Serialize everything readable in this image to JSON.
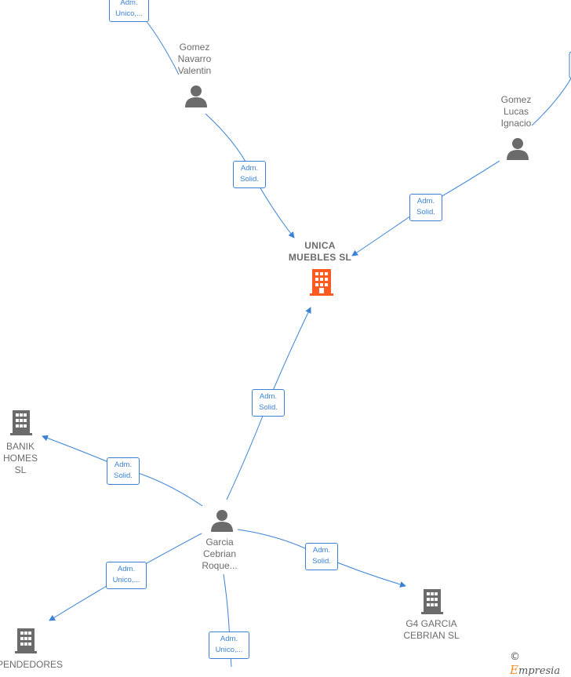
{
  "nodes": {
    "unica": {
      "label": "UNICA\nMUEBLES SL",
      "color": "#ff5a1f"
    },
    "gomez_navarro": {
      "label": "Gomez\nNavarro\nValentin"
    },
    "gomez_lucas": {
      "label": "Gomez\nLucas\nIgnacio"
    },
    "garcia_cebrian": {
      "label": "Garcia\nCebrian\nRoque..."
    },
    "banik": {
      "label": "BANIK\nHOMES SL"
    },
    "g4": {
      "label": "G4 GARCIA\nCEBRIAN SL"
    },
    "pendedores": {
      "label": "PENDEDORES"
    }
  },
  "edges": {
    "top": "Adm.\nUnico,...",
    "navarro_unica": "Adm.\nSolid.",
    "lucas_unica": "Adm.\nSolid.",
    "garcia_unica": "Adm.\nSolid.",
    "garcia_banik": "Adm.\nSolid.",
    "garcia_g4": "Adm.\nSolid.",
    "garcia_pendedores": "Adm.\nUnico,...",
    "garcia_bottom": "Adm.\nUnico,..."
  },
  "colors": {
    "edge": "#3b82d6",
    "person": "#6b6b6b",
    "company": "#6b6b6b",
    "main_company": "#ff5a1f"
  },
  "brand": {
    "copyright": "©",
    "initial": "E",
    "rest": "mpresia"
  }
}
